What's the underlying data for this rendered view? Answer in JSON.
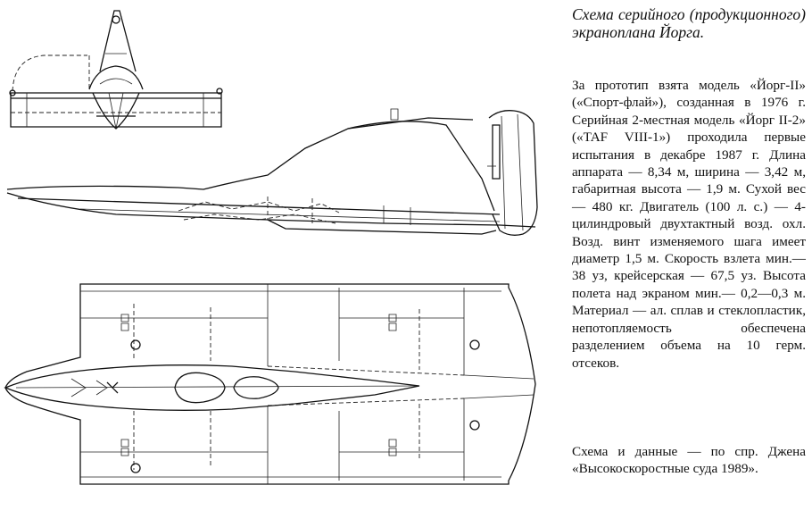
{
  "caption": {
    "title": "Схема серийного (продукционного) экраноплана Йорга.",
    "body": "За прототип взята модель «Йорг-II» («Спорт-флай»), созданная в 1976 г. Серийная 2-местная модель «Йорг II-2» («TAF VIII-1») проходила первые испытания в декабре 1987 г. Длина аппарата — 8,34 м, ширина — 3,42 м, габаритная высота — 1,9 м. Сухой вес — 480 кг. Двигатель (100 л. с.) — 4-цилиндровый двухтактный возд. охл. Возд. винт изменяемого шага имеет диаметр 1,5 м. Скорость взлета мин.— 38 уз, крейсерская — 67,5 уз. Высота полета над экраном мин.— 0,2—0,3 м. Материал — ал. сплав и стеклопластик, непотопляемость обеспечена разделением объема на 10 герм. отсеков.",
    "source": "Схема и данные — по спр. Джена «Высокоскоростные суда 1989»."
  },
  "drawings": {
    "front_view": "front-view-drawing",
    "side_view": "side-view-drawing",
    "top_view": "top-view-drawing"
  }
}
